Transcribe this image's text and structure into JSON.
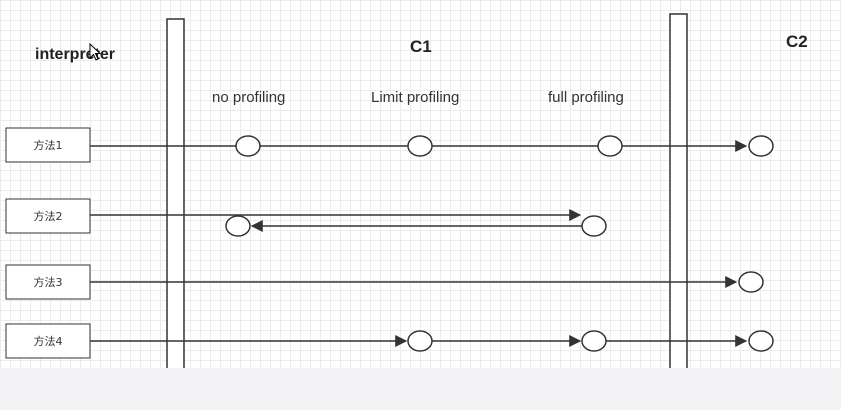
{
  "labels": {
    "interpreter": "interpreter",
    "c1": "C1",
    "c2": "C2",
    "stage_no_profiling": "no profiling",
    "stage_limit_profiling": "Limit profiling",
    "stage_full_profiling": "full profiling"
  },
  "methods": [
    {
      "label": "方法1"
    },
    {
      "label": "方法2"
    },
    {
      "label": "方法3"
    },
    {
      "label": "方法4"
    }
  ],
  "colors": {
    "line": "#333333",
    "box_border": "#333333",
    "grid": "#ececec"
  }
}
